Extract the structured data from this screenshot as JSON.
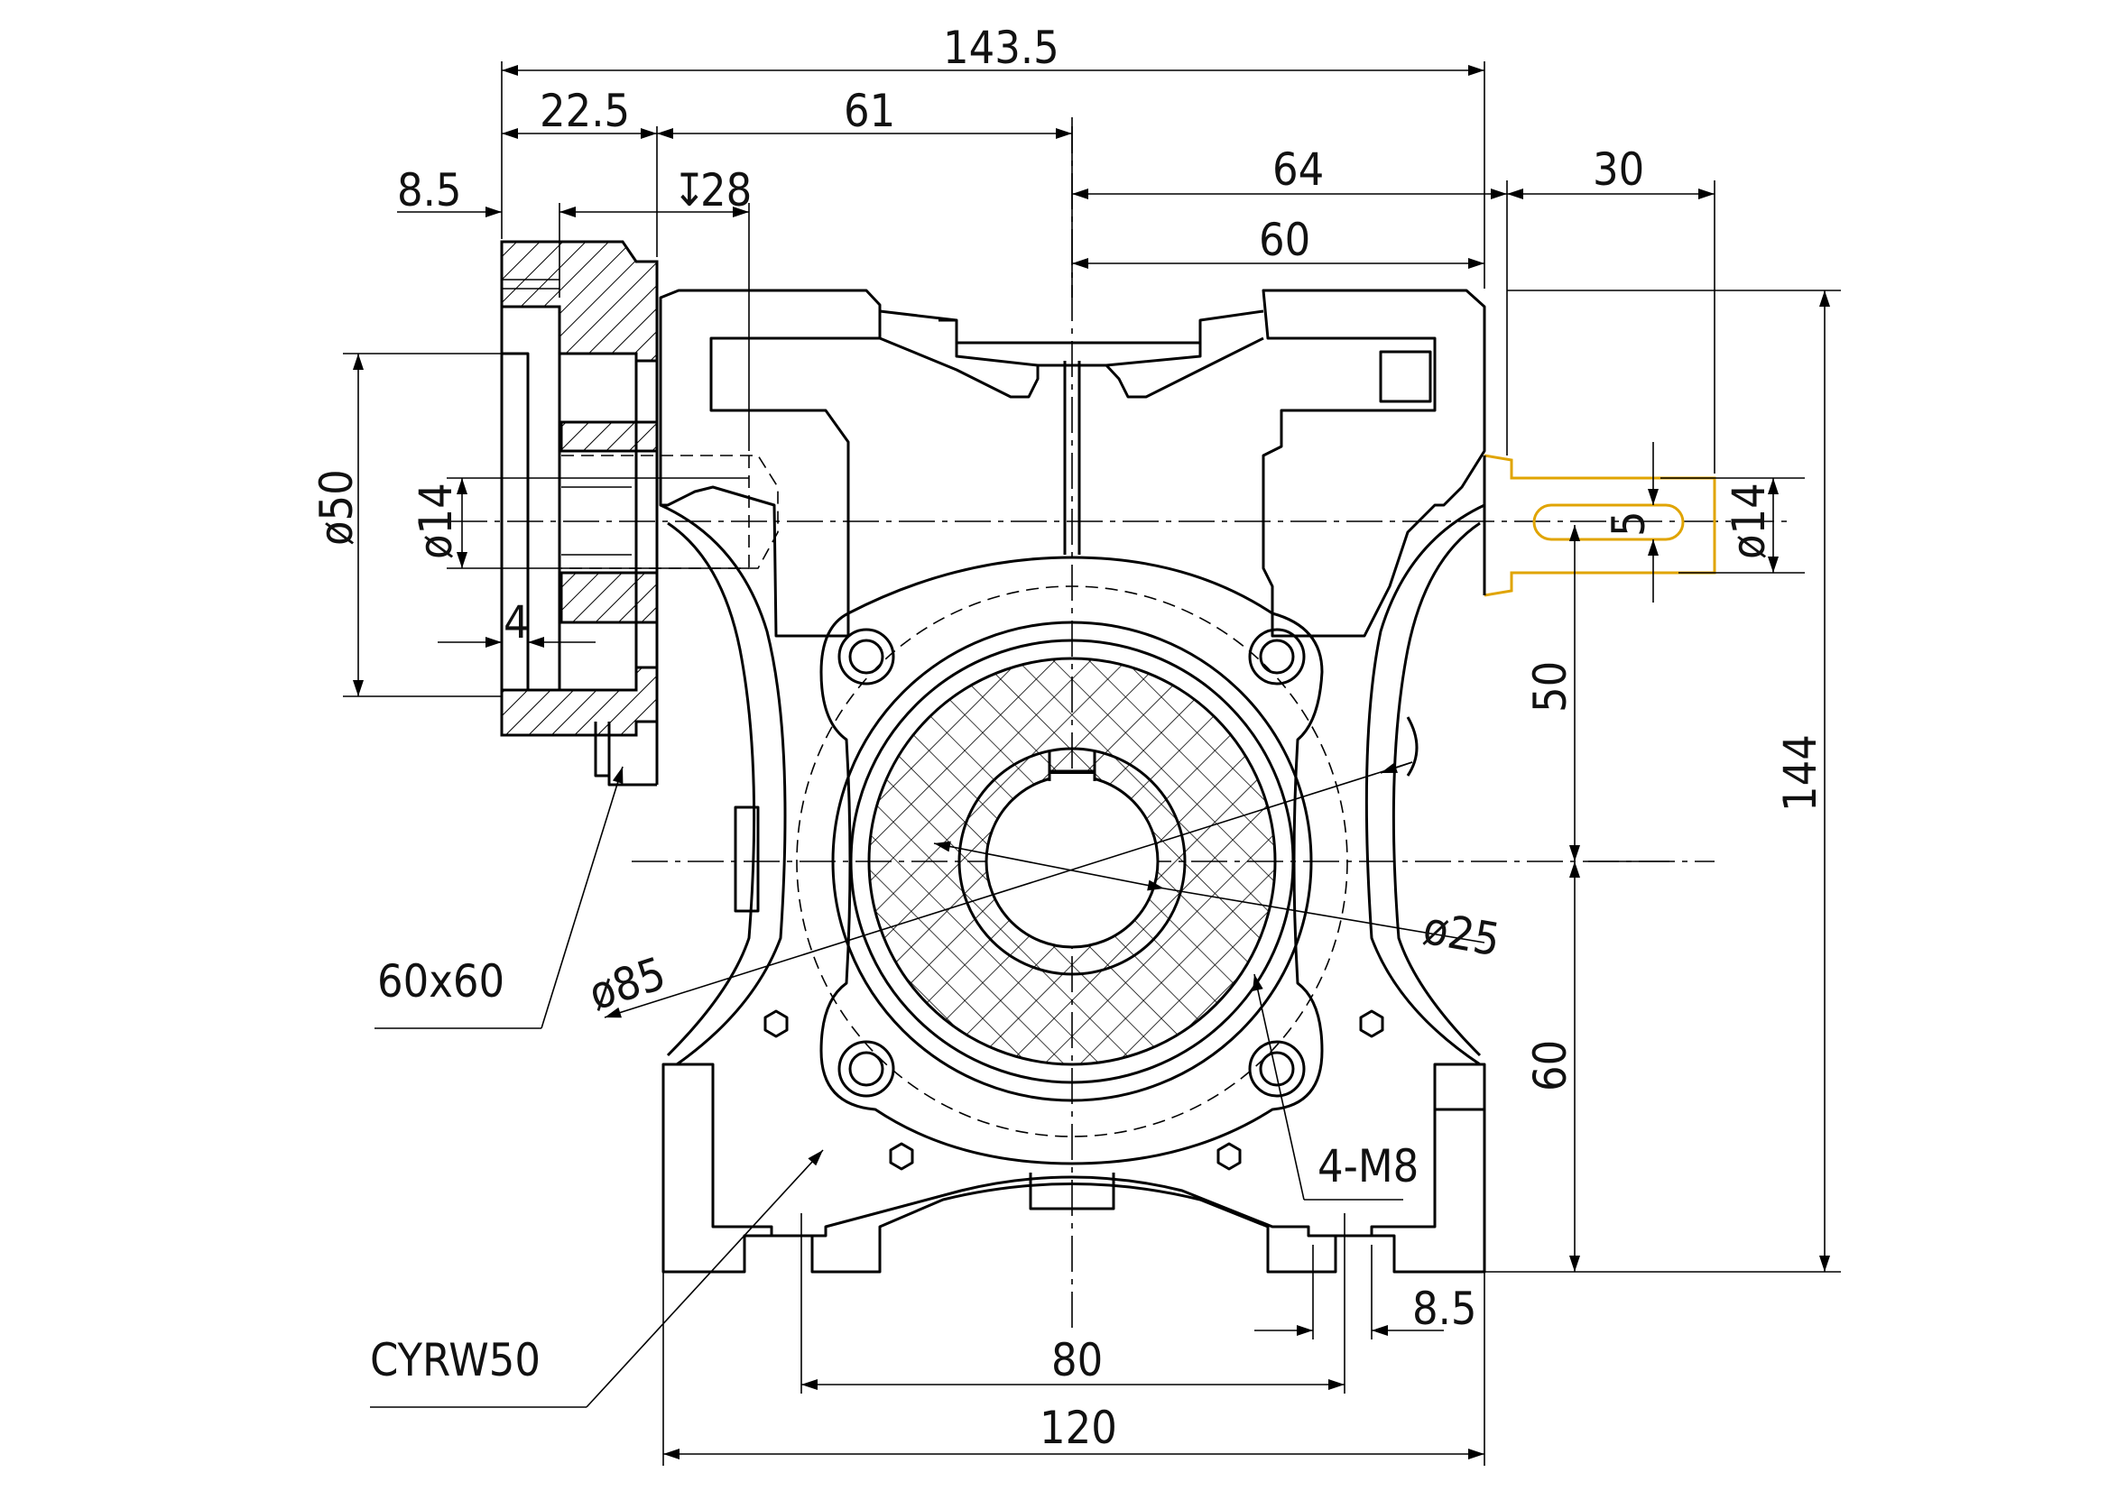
{
  "model_label": "CYRW50",
  "flange_label": "60x60",
  "holes_label": "4-M8",
  "accent_color": "#e0a400",
  "dimensions": {
    "overall_width": "143.5",
    "flange_offset": "22.5",
    "input_depth": "61",
    "flange_thickness": "8.5",
    "bore_depth": "28",
    "output_offset": "64",
    "output_to_center": "60",
    "shaft_length": "30",
    "bore_dia_left": "ø50",
    "input_bore_dia": "ø14",
    "recess_depth": "4",
    "key_width": "5",
    "shaft_dia": "ø14",
    "center_upper": "50",
    "overall_height": "144",
    "center_lower": "60",
    "hollow_bore": "ø25",
    "pcd": "ø85",
    "foot_thickness": "8.5",
    "foot_hole_span": "80",
    "base_width": "120"
  }
}
